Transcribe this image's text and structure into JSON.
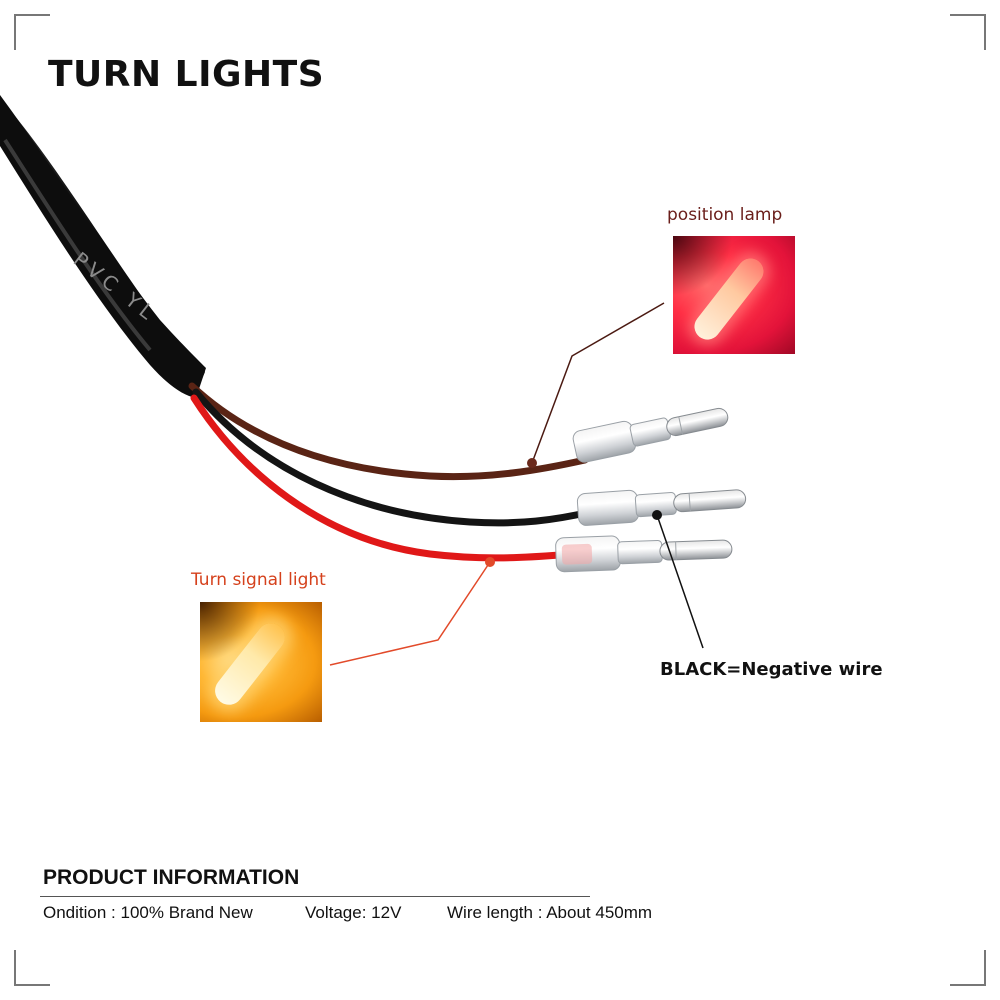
{
  "title": "TURN LIGHTS",
  "cable_print": "PVC YL",
  "callouts": {
    "position_lamp": "position lamp",
    "turn_signal": "Turn signal light",
    "black_wire": "BLACK=Negative wire"
  },
  "product_info": {
    "heading": "PRODUCT INFORMATION",
    "condition": "Ondition : 100% Brand New",
    "voltage": "Voltage:  12V",
    "wire_length": "Wire length : About 450mm"
  },
  "colors": {
    "brown_wire": "#5a2415",
    "black_wire": "#141414",
    "red_wire": "#e01818",
    "position_lamp": "#e3133a",
    "turn_signal": "#f59a10",
    "position_leader": "#4b1a12",
    "turn_leader": "#e24a2a"
  },
  "icons": [
    "wire-harness-photo",
    "position-lamp-glow",
    "turn-signal-glow"
  ]
}
